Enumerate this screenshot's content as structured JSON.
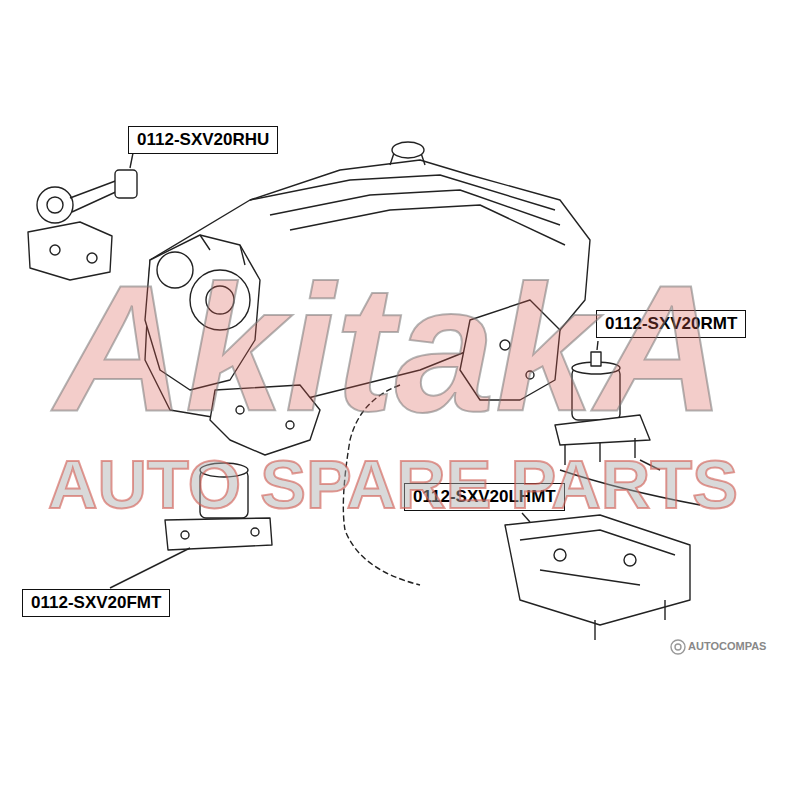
{
  "diagram": {
    "nodes": [
      {
        "text": [
          "0112-SXV20RHU"
        ]
      },
      {
        "text": [
          "0112-SXV20RMT"
        ]
      },
      {
        "text": [
          "0112-SXV20LHMT"
        ]
      },
      {
        "text": [
          "0112-SXV20FMT"
        ]
      }
    ],
    "labels": [
      "AkitakA",
      "AUTO SPARE PARTS",
      "AUTOCOMPAS"
    ]
  }
}
